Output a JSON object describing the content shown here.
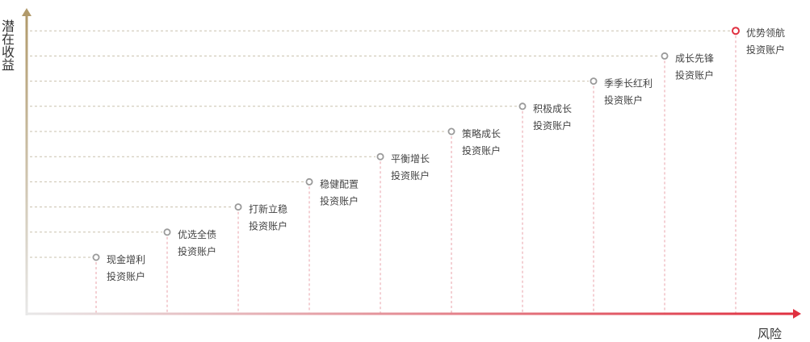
{
  "chart_data": {
    "type": "scatter",
    "ylabel": "潜在收益",
    "xlabel": "风险",
    "accent_color": "#e03040",
    "axis_gradient": [
      "#b19a6b",
      "#e8e8e8",
      "#e03040"
    ],
    "points": [
      {
        "level": 1,
        "name": "现金增利",
        "sub": "投资账户",
        "highlight": false
      },
      {
        "level": 2,
        "name": "优选全债",
        "sub": "投资账户",
        "highlight": false
      },
      {
        "level": 3,
        "name": "打新立稳",
        "sub": "投资账户",
        "highlight": false
      },
      {
        "level": 4,
        "name": "稳健配置",
        "sub": "投资账户",
        "highlight": false
      },
      {
        "level": 5,
        "name": "平衡增长",
        "sub": "投资账户",
        "highlight": false
      },
      {
        "level": 6,
        "name": "策略成长",
        "sub": "投资账户",
        "highlight": false
      },
      {
        "level": 7,
        "name": "积极成长",
        "sub": "投资账户",
        "highlight": false
      },
      {
        "level": 8,
        "name": "季季长红利",
        "sub": "投资账户",
        "highlight": false
      },
      {
        "level": 9,
        "name": "成长先锋",
        "sub": "投资账户",
        "highlight": false
      },
      {
        "level": 10,
        "name": "优势领航",
        "sub": "投资账户",
        "highlight": true
      }
    ]
  }
}
